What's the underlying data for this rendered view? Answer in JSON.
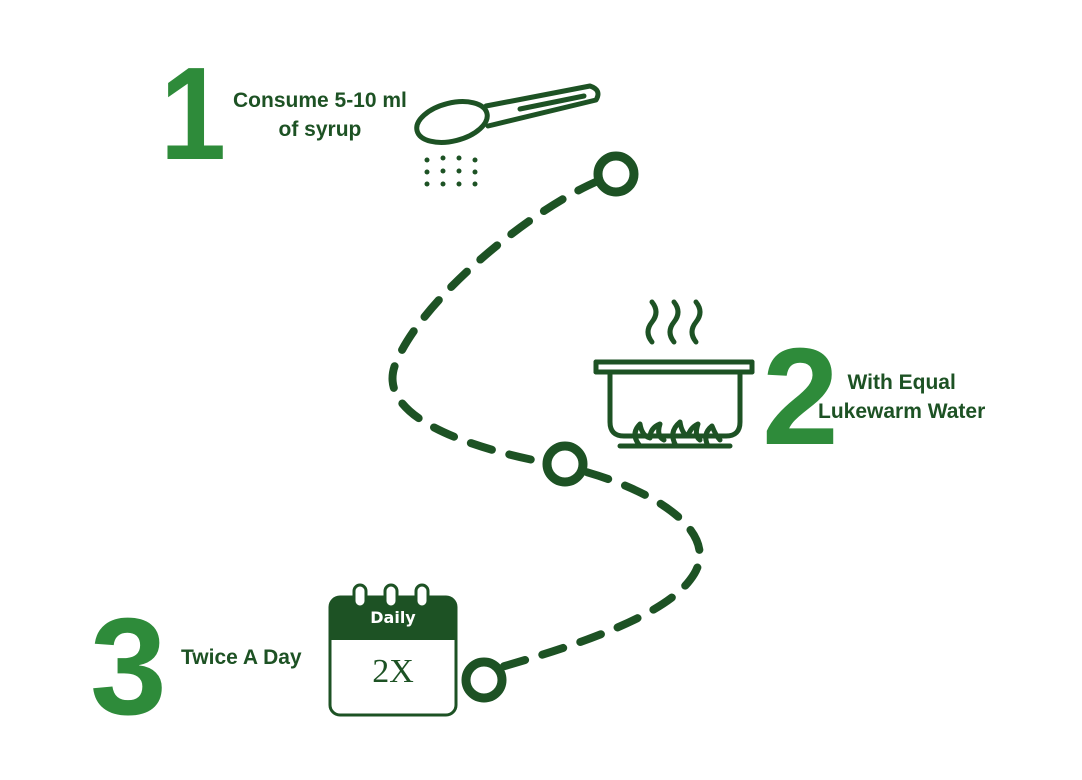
{
  "colors": {
    "dark_green": "#1d5224",
    "accent_green": "#2e8b3a",
    "background": "#ffffff"
  },
  "steps": [
    {
      "number": "1",
      "lines": [
        "Consume 5-10 ml",
        "of syrup"
      ],
      "icon": "spoon-icon"
    },
    {
      "number": "2",
      "lines": [
        "With Equal",
        "Lukewarm Water"
      ],
      "icon": "cooking-pot-icon"
    },
    {
      "number": "3",
      "lines": [
        "Twice A Day"
      ],
      "icon": "calendar-icon"
    }
  ],
  "calendar": {
    "header": "Daily",
    "value": "2X"
  }
}
